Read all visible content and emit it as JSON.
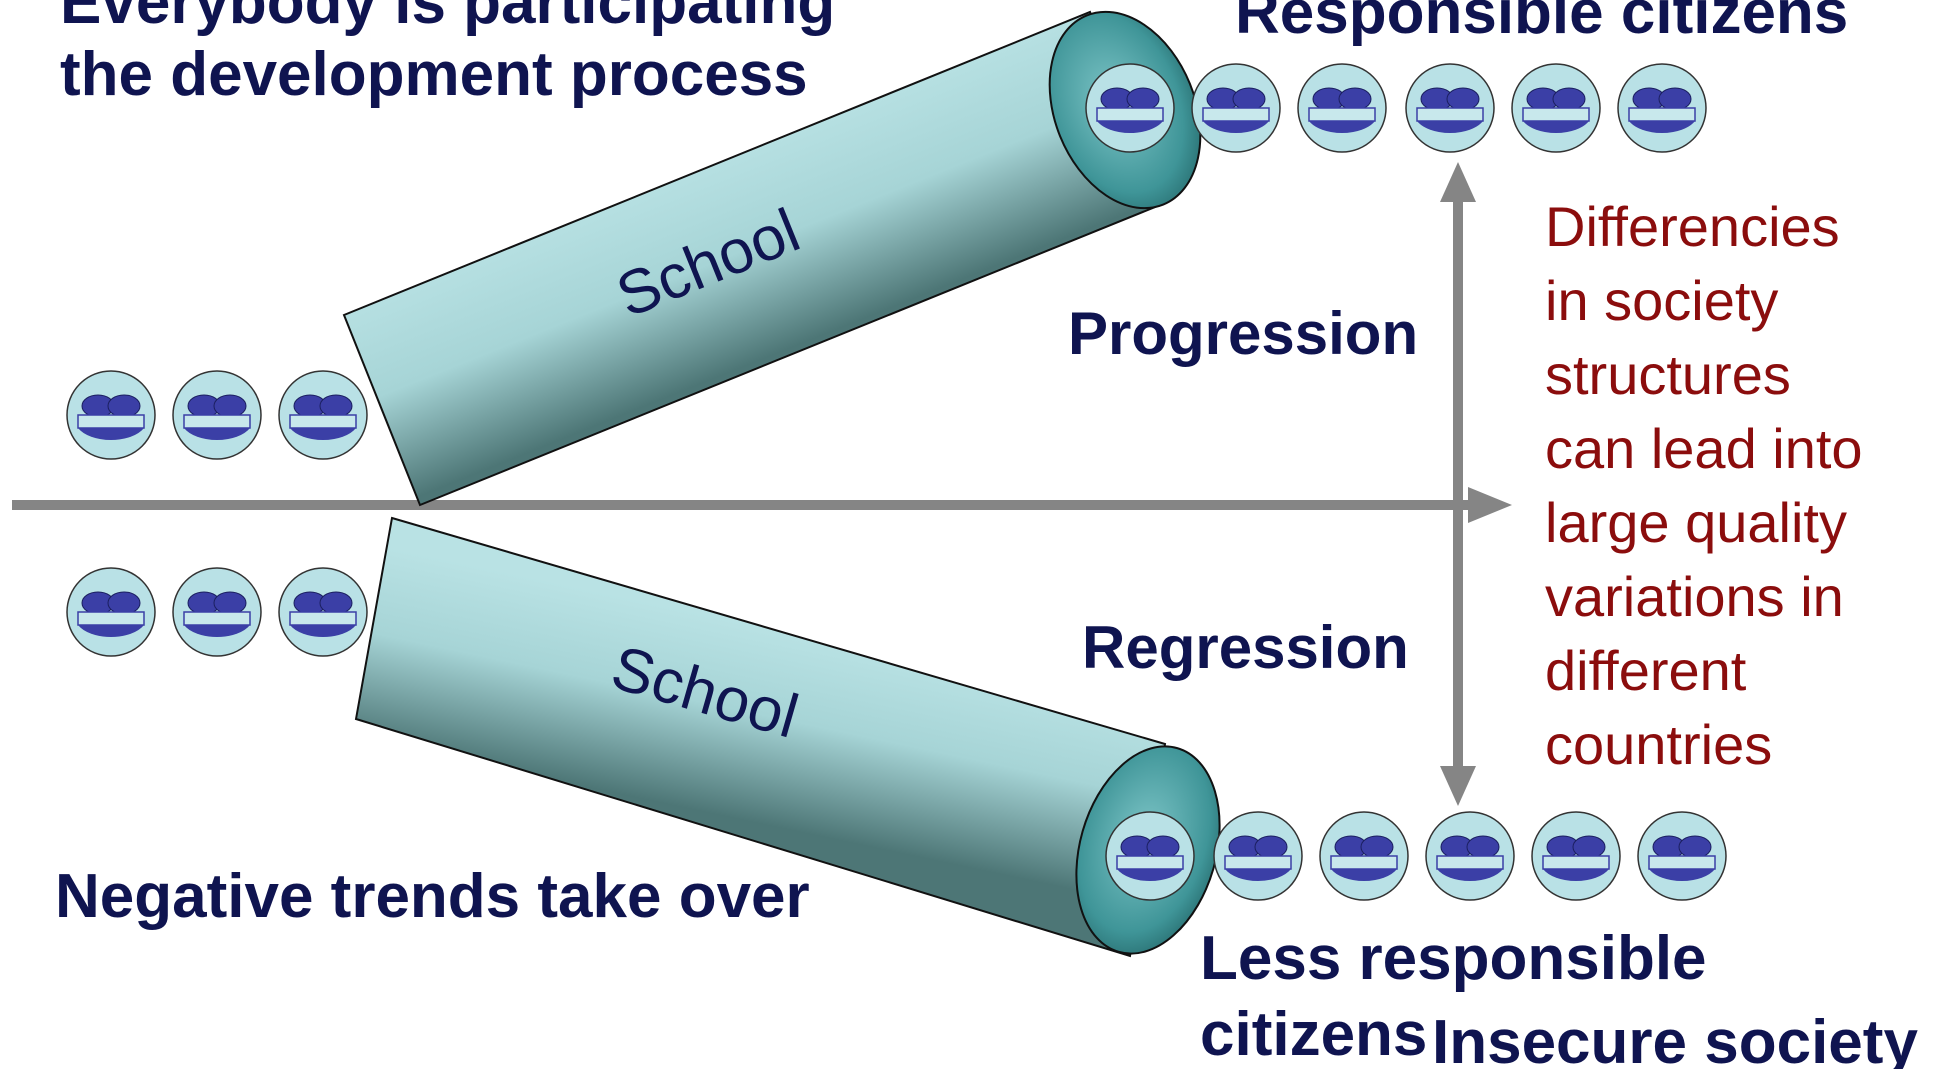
{
  "top_heading": {
    "line1": "Everybody is participating",
    "line2": "the development process"
  },
  "bottom_heading": "Negative trends take over",
  "upper_outcome": "Responsible citizens",
  "lower_outcome": {
    "line1": "Less responsible",
    "line2": "citizens"
  },
  "insecure_label": "Insecure society",
  "progression_label": "Progression",
  "regression_label": "Regression",
  "note_lines": [
    "Differencies",
    "in society",
    "structures",
    "can lead into",
    "large quality",
    "variations in",
    "different",
    "countries"
  ],
  "tubes": {
    "upper_label": "School",
    "lower_label": "School"
  },
  "colors": {
    "dark_text": "#0f1450",
    "note_text": "#8b0d0d",
    "arrow": "#858585",
    "tube_light": "#b9e2e4",
    "tube_dark": "#4d7676",
    "tube_rim": "#4ea3a6",
    "face_fill": "#b9e1e6",
    "face_features": "#3b3fa6"
  },
  "icons": {
    "person": "smiley-face-icon"
  }
}
